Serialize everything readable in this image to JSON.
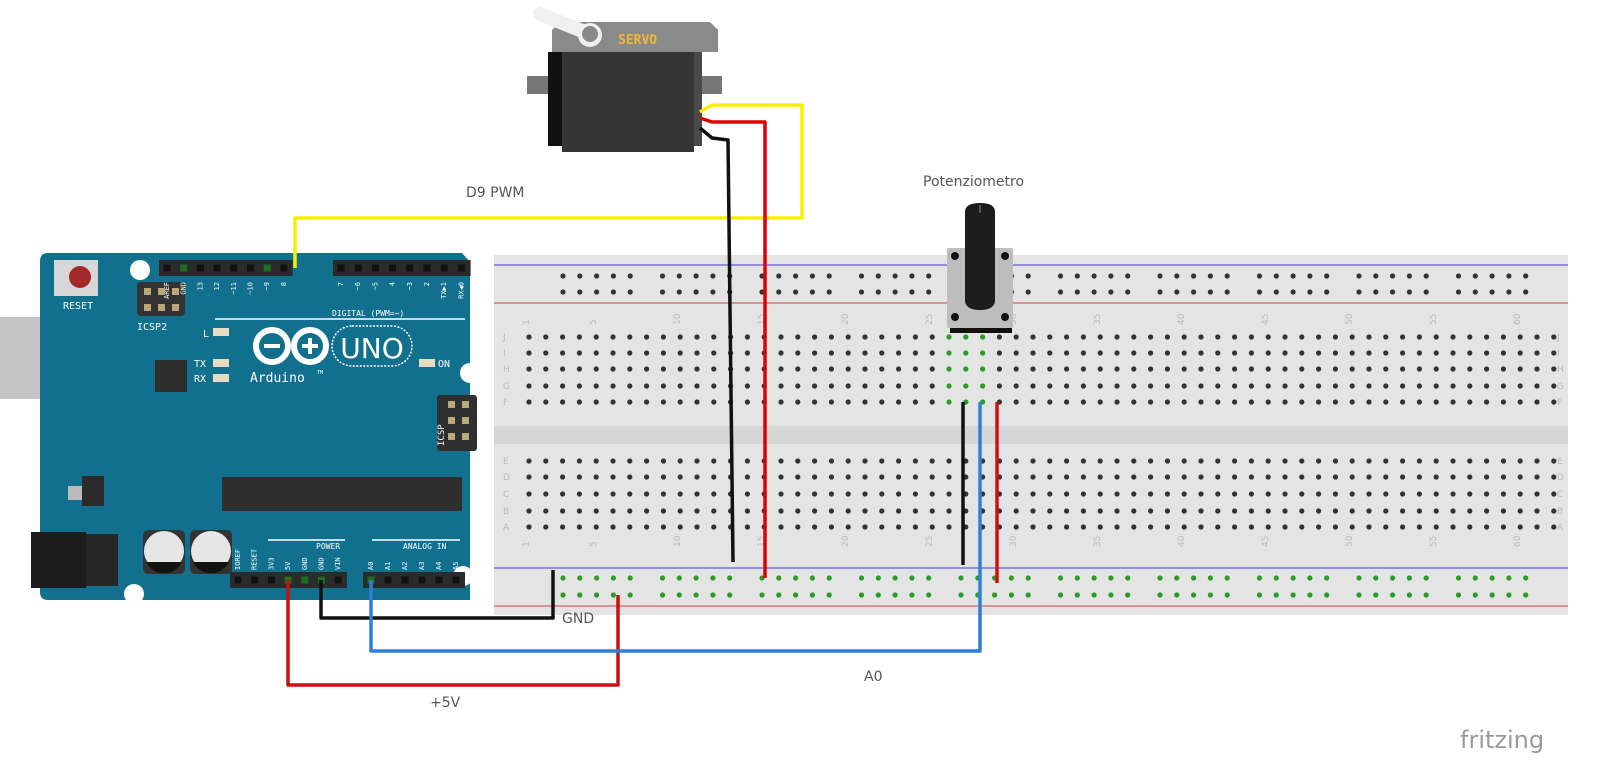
{
  "labels": {
    "d9": "D9 PWM",
    "pot": "Potenziometro",
    "gnd": "GND",
    "a0": "A0",
    "v5": "+5V",
    "logo": "fritzing"
  },
  "servo": {
    "label": "SERVO",
    "label_color": "#f2b731"
  },
  "arduino": {
    "reset": "RESET",
    "icsp2": "ICSP2",
    "icsp": "ICSP",
    "brand": "Arduino",
    "tm": "TM",
    "model": "UNO",
    "led_l": "L",
    "led_tx": "TX",
    "led_rx": "RX",
    "led_on": "ON",
    "digital": "DIGITAL (PWM=~)",
    "power": "POWER",
    "analog": "ANALOG IN",
    "digital_pins_a": [
      "AREF",
      "GND",
      "13",
      "12",
      "~11",
      "~10",
      "~9",
      "8"
    ],
    "digital_pins_b": [
      "7",
      "~6",
      "~5",
      "4",
      "~3",
      "2",
      "TX▶1",
      "RX◀0"
    ],
    "power_pins": [
      "IOREF",
      "RESET",
      "3V3",
      "5V",
      "GND",
      "GND",
      "VIN"
    ],
    "analog_pins": [
      "A0",
      "A1",
      "A2",
      "A3",
      "A4",
      "A5"
    ],
    "board_color": "#12708f"
  },
  "breadboard": {
    "row_letters_top": [
      "J",
      "I",
      "H",
      "G",
      "F"
    ],
    "row_letters_bottom": [
      "E",
      "D",
      "C",
      "B",
      "A"
    ],
    "column_numbers": [
      "1",
      "5",
      "10",
      "15",
      "20",
      "25",
      "30",
      "35",
      "40",
      "45",
      "50",
      "55",
      "60"
    ]
  },
  "wire_colors": {
    "signal": "#f5f000",
    "power": "#e00000",
    "ground": "#111111",
    "analog": "#2f7fd8"
  }
}
